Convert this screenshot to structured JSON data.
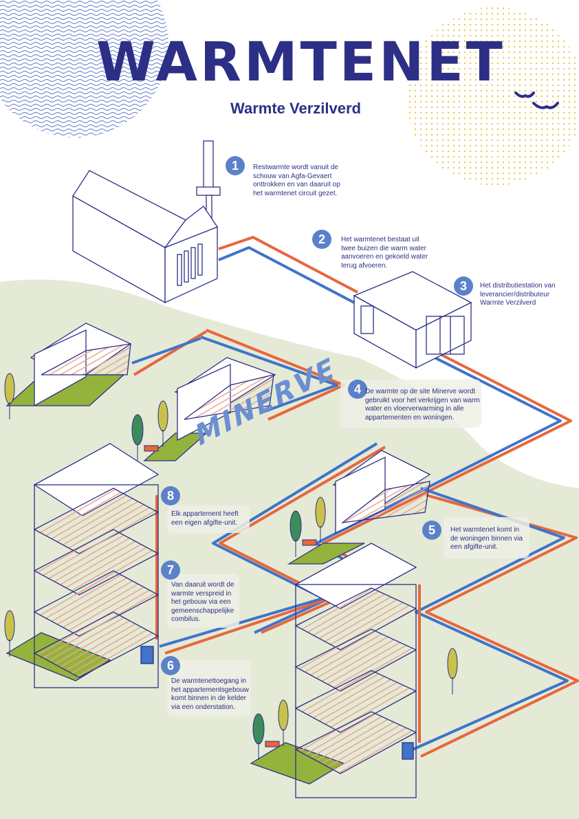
{
  "title": "WARMTENET",
  "subtitle": "Warmte Verzilverd",
  "site_label": "MINERVE",
  "colors": {
    "accent": "#2d2f86",
    "hot_pipe": "#e8663d",
    "cold_pipe": "#3f74c9",
    "badge": "#5b82c9",
    "ground": "#e4ead6",
    "lawn": "#93b33d"
  },
  "steps": [
    {
      "number": "1",
      "text": "Restwarmte wordt vanuit de schouw van Agfa-Gevaert onttrokken en van daaruit op het warmtenet circuit gezet."
    },
    {
      "number": "2",
      "text": "Het warmtenet bestaat uit twee buizen die warm water aanvoeren en gekoeld water terug afvoeren."
    },
    {
      "number": "3",
      "text": "Het distributiestation van leverancier/distributeur Warmte Verzilverd"
    },
    {
      "number": "4",
      "text": "De warmte op de site Minerve wordt gebruikt voor het verkrijgen van warm water en vloerverwarming in alle appartementen en woningen."
    },
    {
      "number": "5",
      "text": "Het warmtenet komt in de woningen binnen via een afgifte-unit."
    },
    {
      "number": "6",
      "text": "De warmtenettoegang in het appartementsgebouw komt binnen in de kelder via een onderstation."
    },
    {
      "number": "7",
      "text": "Van daaruit wordt de warmte verspreid in het gebouw via een gemeenschappelijke combilus."
    },
    {
      "number": "8",
      "text": "Elk appartement heeft een eigen afgifte-unit."
    }
  ]
}
